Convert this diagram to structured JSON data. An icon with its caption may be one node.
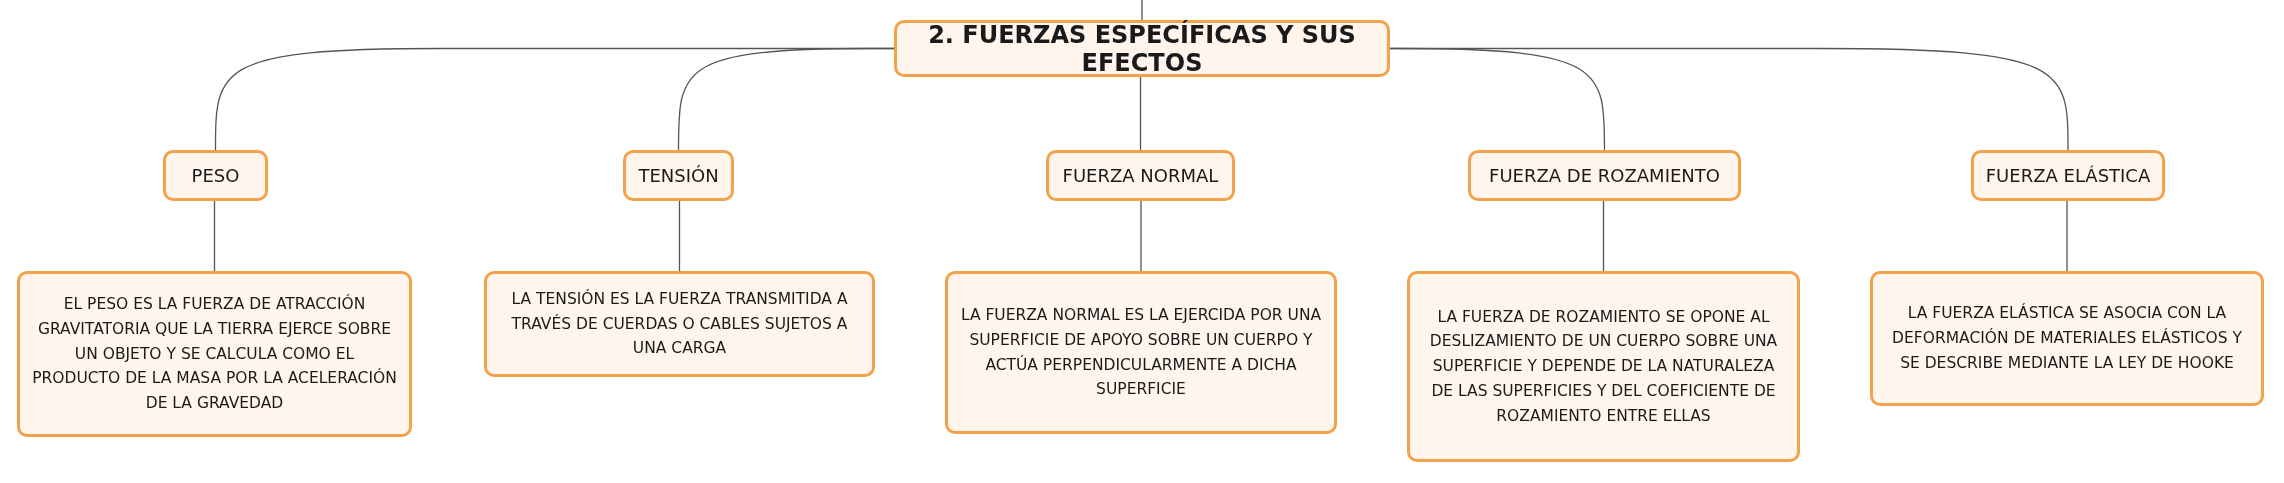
{
  "diagram": {
    "nodes": [
      {
        "text": [
          "2. FUERZAS ESPECÍFICAS Y SUS EFECTOS"
        ]
      },
      {
        "text": [
          "PESO"
        ]
      },
      {
        "text": [
          "TENSIÓN"
        ]
      },
      {
        "text": [
          "FUERZA NORMAL"
        ]
      },
      {
        "text": [
          "FUERZA DE ROZAMIENTO"
        ]
      },
      {
        "text": [
          "FUERZA ELÁSTICA"
        ]
      },
      {
        "text": [
          "EL PESO ES LA FUERZA DE ATRACCIÓN GRAVITATORIA QUE LA TIERRA EJERCE SOBRE UN OBJETO Y SE CALCULA COMO EL PRODUCTO DE LA MASA POR LA ACELERACIÓN DE LA GRAVEDAD"
        ]
      },
      {
        "text": [
          "LA TENSIÓN ES LA FUERZA TRANSMITIDA A TRAVÉS DE CUERDAS O CABLES SUJETOS A UNA CARGA"
        ]
      },
      {
        "text": [
          "LA FUERZA NORMAL ES LA EJERCIDA POR UNA SUPERFICIE DE APOYO SOBRE UN CUERPO Y ACTÚA PERPENDICULARMENTE A DICHA SUPERFICIE"
        ]
      },
      {
        "text": [
          "LA FUERZA DE ROZAMIENTO SE OPONE AL DESLIZAMIENTO DE UN CUERPO SOBRE UNA SUPERFICIE Y DEPENDE DE LA NATURALEZA DE LAS SUPERFICIES Y DEL COEFICIENTE DE ROZAMIENTO ENTRE ELLAS"
        ]
      },
      {
        "text": [
          "LA FUERZA ELÁSTICA SE ASOCIA CON LA DEFORMACIÓN DE MATERIALES ELÁSTICOS Y SE DESCRIBE MEDIANTE LA LEY DE HOOKE"
        ]
      }
    ],
    "edges": [
      {
        "from": null,
        "to": 0,
        "arrow": "none"
      },
      {
        "from": 0,
        "to": 1,
        "arrow": "none"
      },
      {
        "from": 0,
        "to": 2,
        "arrow": "none"
      },
      {
        "from": 0,
        "to": 3,
        "arrow": "none"
      },
      {
        "from": 0,
        "to": 4,
        "arrow": "none"
      },
      {
        "from": 0,
        "to": 5,
        "arrow": "none"
      },
      {
        "from": 1,
        "to": 6,
        "arrow": "none"
      },
      {
        "from": 2,
        "to": 7,
        "arrow": "none"
      },
      {
        "from": 3,
        "to": 8,
        "arrow": "none"
      },
      {
        "from": 4,
        "to": 9,
        "arrow": "none"
      },
      {
        "from": 5,
        "to": 10,
        "arrow": "none"
      }
    ]
  }
}
